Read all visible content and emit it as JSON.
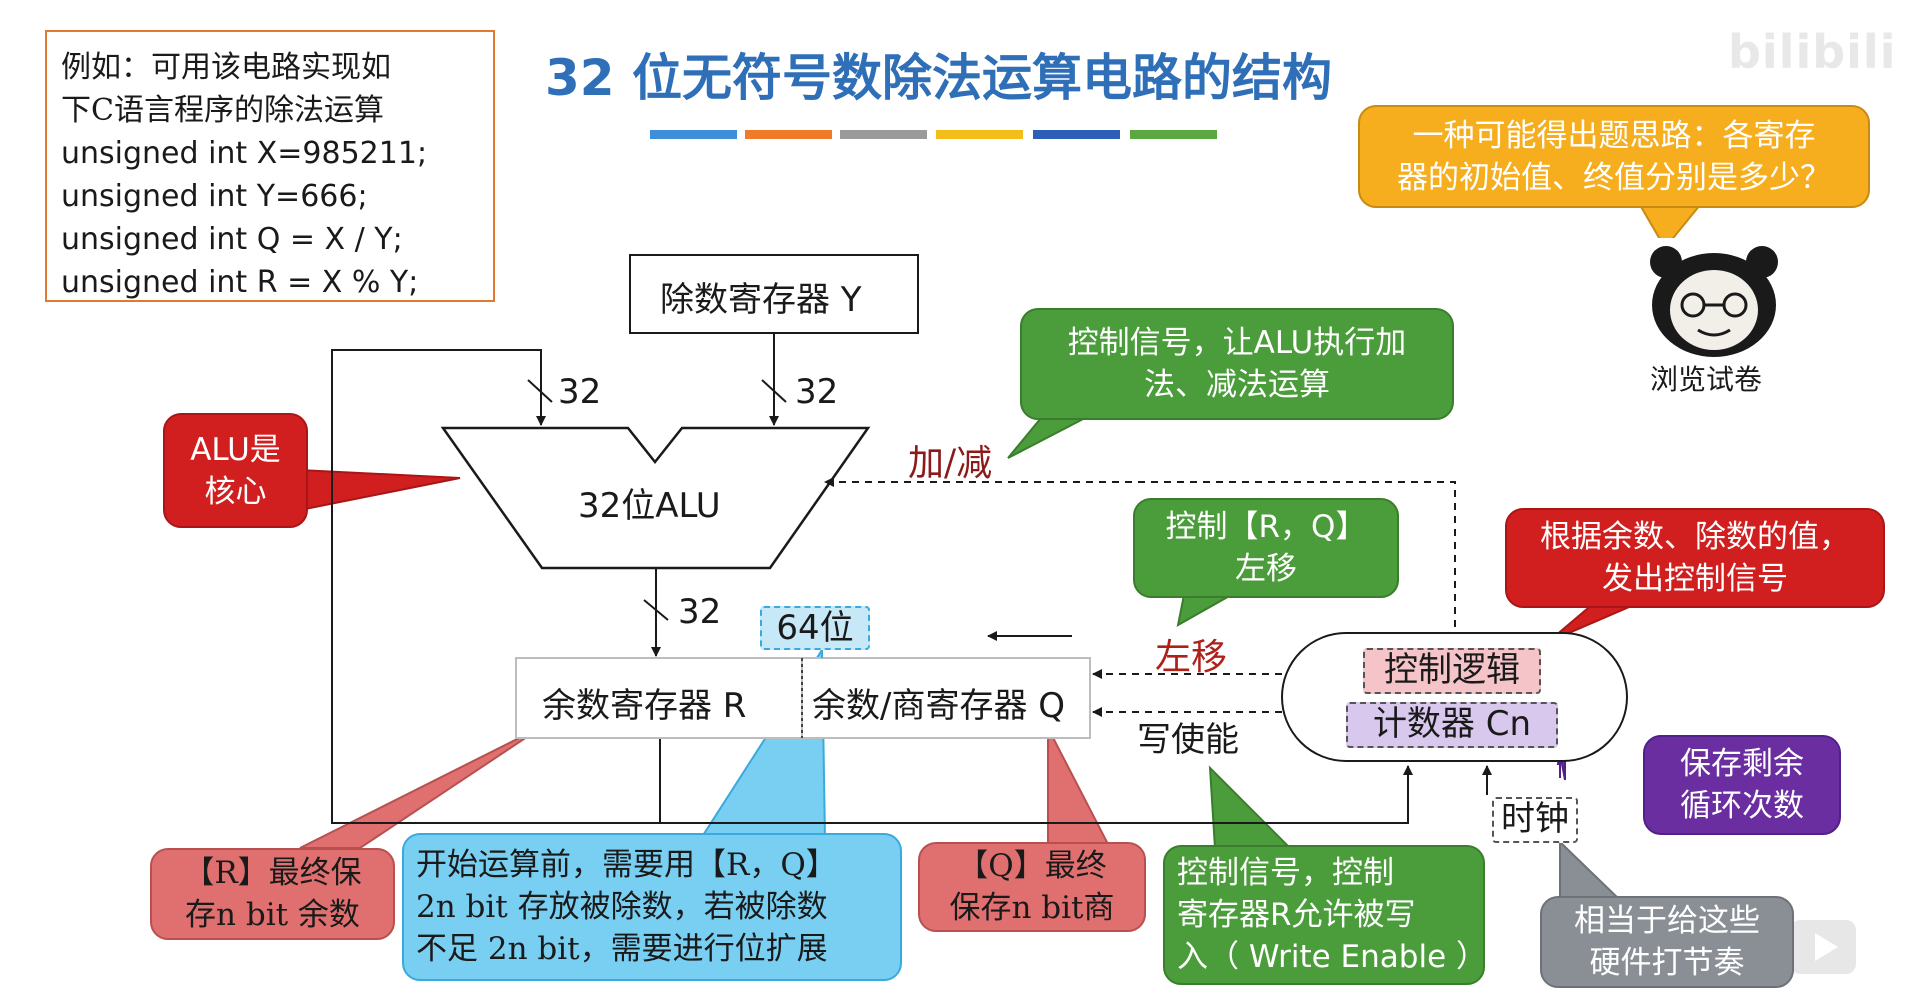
{
  "title": "32 位无符号数除法运算电路的结构",
  "colors": {
    "title": "#2f6fb8",
    "title_bars": [
      "#3d8fd9",
      "#ef7a2a",
      "#9a9a9a",
      "#f4be1a",
      "#2e5fb8",
      "#5aa83f"
    ],
    "orange": "#f6ae1e",
    "green": "#4b9d3b",
    "red": "#d11f1f",
    "purple": "#6a2ea0",
    "pink": "#e07070",
    "blue": "#78cff2",
    "gray": "#8a8f96",
    "code_border": "#e07a2e",
    "control_pink": "#f4c4c8",
    "counter_purple": "#d9c8ee",
    "tag_blue": "#c7e8f7"
  },
  "code_box": {
    "line1": "例如：可用该电路实现如",
    "line2": "下C语言程序的除法运算",
    "line3": "unsigned int X=985211;",
    "line4": "unsigned int Y=666;",
    "line5": "unsigned int Q = X / Y;",
    "line6": "unsigned int R = X % Y;"
  },
  "watermark": "bilibili",
  "callouts": {
    "orange_question": [
      "一种可能得出题思路：各寄存",
      "器的初始值、终值分别是多少？"
    ],
    "panda_caption": "浏览试卷",
    "alu_core": [
      "ALU是",
      "核心"
    ],
    "alu_control": [
      "控制信号，让ALU执行加",
      "法、减法运算"
    ],
    "shift_control": [
      "控制【R，Q】",
      "左移"
    ],
    "control_logic_note": [
      "根据余数、除数的值，",
      "发出控制信号"
    ],
    "counter_note": [
      "保存剩余",
      "循环次数"
    ],
    "r_note": [
      "【R】最终保",
      "存n bit 余数"
    ],
    "rq_note": [
      "开始运算前，需要用【R，Q】",
      "2n bit 存放被除数，若被除数",
      "不足 2n bit，需要进行位扩展"
    ],
    "q_note": [
      "【Q】最终",
      "保存n bit商"
    ],
    "write_enable_note": [
      "控制信号，控制",
      "寄存器R允许被写",
      "入（ Write Enable ）"
    ],
    "clock_note": [
      "相当于给这些",
      "硬件打节奏"
    ]
  },
  "diagram": {
    "divisor_register": "除数寄存器 Y",
    "alu_label": "32位ALU",
    "width_left": "32",
    "width_right": "32",
    "width_out": "32",
    "add_sub": "加/减",
    "tag_64": "64位",
    "remainder_register": "余数寄存器 R",
    "quotient_register": "余数/商寄存器 Q",
    "shift_left": "左移",
    "write_enable": "写使能",
    "control_logic": "控制逻辑",
    "counter": "计数器 Cn",
    "clock": "时钟"
  }
}
